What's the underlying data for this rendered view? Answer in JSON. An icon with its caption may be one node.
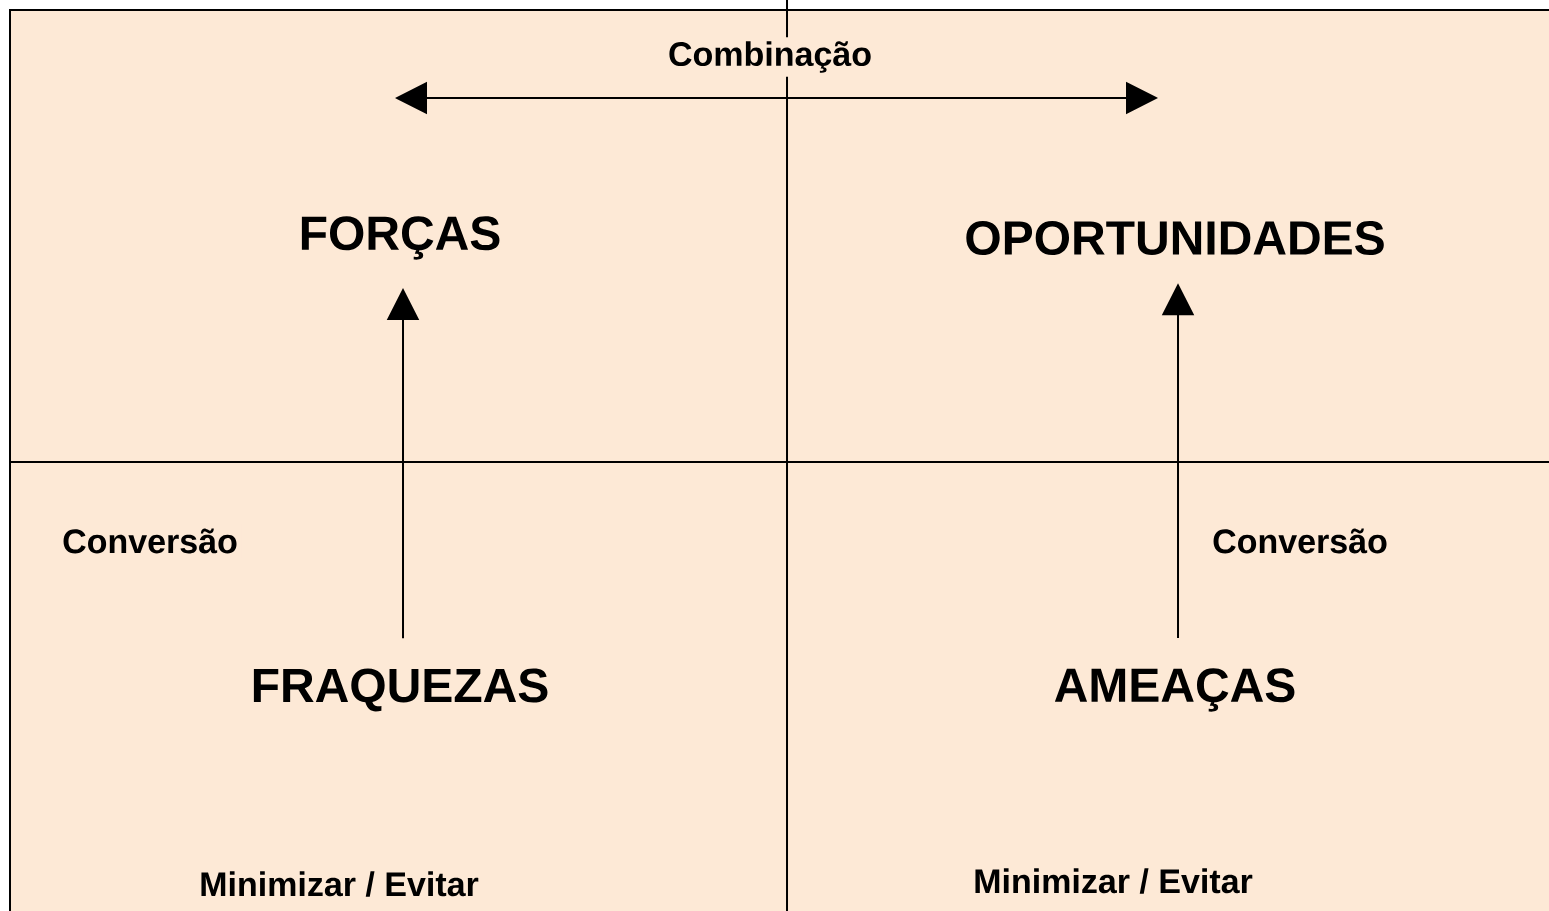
{
  "diagram": {
    "nodes": [
      {
        "text": [
          "FORÇAS"
        ]
      },
      {
        "text": [
          "OPORTUNIDADES"
        ]
      },
      {
        "text": [
          "FRAQUEZAS"
        ]
      },
      {
        "text": [
          "AMEAÇAS"
        ]
      }
    ],
    "edges": [
      {
        "from": 2,
        "to": 0,
        "arrow": "to",
        "label": "Conversão"
      },
      {
        "from": 3,
        "to": 1,
        "arrow": "to",
        "label": "Conversão"
      },
      {
        "from": 0,
        "to": 1,
        "arrow": "both",
        "label": "Combinação"
      }
    ],
    "labels": [
      "Minimizar / Evitar",
      "Minimizar / Evitar"
    ]
  }
}
